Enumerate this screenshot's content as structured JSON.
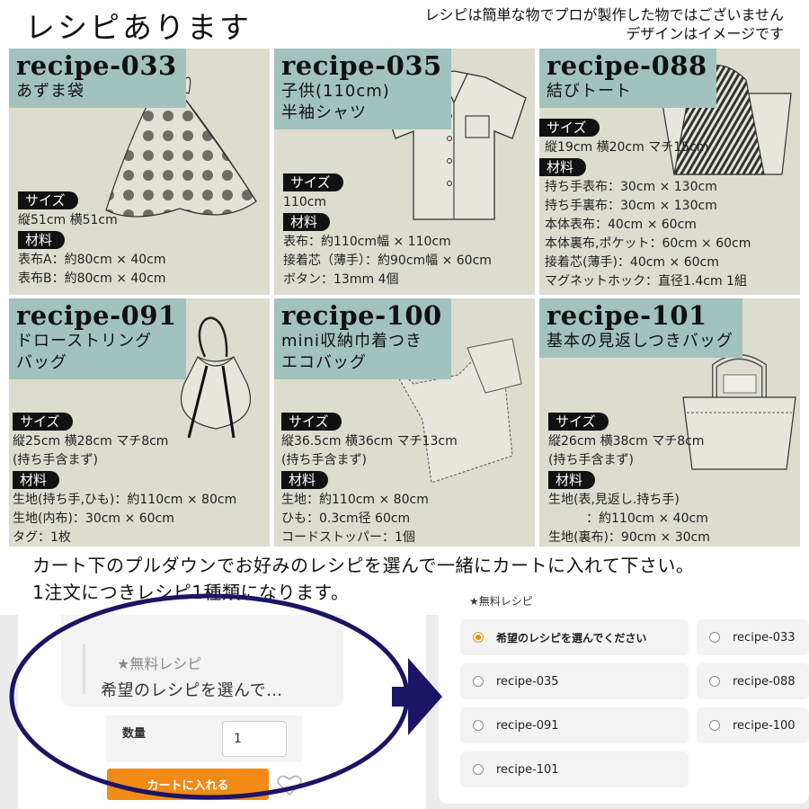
{
  "header": {
    "title": "レシピあります",
    "note_line1": "レシピは簡単な物でプロが製作した物ではございません",
    "note_line2": "デザインはイメージです"
  },
  "recipes": [
    {
      "code": "recipe-033",
      "name_lines": [
        "あずま袋"
      ],
      "size_label": "サイズ",
      "size_lines": [
        "縦51cm  横51cm"
      ],
      "material_label": "材料",
      "material_lines": [
        "表布A：約80cm × 40cm",
        "表布B：約80cm × 40cm"
      ]
    },
    {
      "code": "recipe-035",
      "name_lines": [
        "子供(110cm)",
        "半袖シャツ"
      ],
      "size_label": "サイズ",
      "size_lines": [
        "110cm"
      ],
      "material_label": "材料",
      "material_lines": [
        "表布：約110cm幅 × 110cm",
        "接着芯（薄手）：約90cm幅 × 60cm",
        "ボタン：13mm  4個"
      ]
    },
    {
      "code": "recipe-088",
      "name_lines": [
        "結びトート"
      ],
      "size_label": "サイズ",
      "size_lines": [
        "縦19cm  横20cm  マチ15cm"
      ],
      "material_label": "材料",
      "material_lines": [
        "持ち手表布：30cm × 130cm",
        "持ち手裏布：30cm × 130cm",
        "本体表布：40cm × 60cm",
        "本体裏布,ポケット：60cm × 60cm",
        "接着芯(薄手)：40cm × 60cm",
        "マグネットホック：直径1.4cm  1組"
      ]
    },
    {
      "code": "recipe-091",
      "name_lines": [
        "ドローストリング",
        "バッグ"
      ],
      "size_label": "サイズ",
      "size_lines": [
        "縦25cm  横28cm  マチ8cm",
        "(持ち手含まず)"
      ],
      "material_label": "材料",
      "material_lines": [
        "生地(持ち手,ひも)：約110cm × 80cm",
        "生地(内布)：30cm × 60cm",
        "タグ：1枚"
      ]
    },
    {
      "code": "recipe-100",
      "name_lines": [
        "mini収納巾着つき",
        "エコバッグ"
      ],
      "size_label": "サイズ",
      "size_lines": [
        "縦36.5cm  横36cm  マチ13cm",
        "(持ち手含まず)"
      ],
      "material_label": "材料",
      "material_lines": [
        "生地：約110cm × 80cm",
        "ひも：0.3cm径  60cm",
        "コードストッパー：1個"
      ]
    },
    {
      "code": "recipe-101",
      "name_lines": [
        "基本の見返しつきバッグ"
      ],
      "size_label": "サイズ",
      "size_lines": [
        "縦26cm  横38cm  マチ8cm",
        "(持ち手含まず)"
      ],
      "material_label": "材料",
      "material_lines": [
        "生地(表,見返し.持ち手)",
        "　　　：約110cm × 40cm",
        "生地(裏布)：90cm × 30cm"
      ]
    }
  ],
  "notice": {
    "line1": "カート下のプルダウンでお好みのレシピを選んで一緒にカートに入れて下さい。",
    "line2": "1注文につきレシピ1種類になります。"
  },
  "cart": {
    "select_label": "★無料レシピ",
    "select_value": "希望のレシピを選んで…",
    "qty_label": "数量",
    "qty_value": "1",
    "add_button": "カートに入れる"
  },
  "radio": {
    "heading": "★無料レシピ",
    "options": [
      {
        "label": "希望のレシピを選んでください",
        "selected": true
      },
      {
        "label": "recipe-033",
        "selected": false
      },
      {
        "label": "recipe-035",
        "selected": false
      },
      {
        "label": "recipe-088",
        "selected": false
      },
      {
        "label": "recipe-091",
        "selected": false
      },
      {
        "label": "recipe-100",
        "selected": false
      },
      {
        "label": "recipe-101",
        "selected": false
      }
    ]
  },
  "colors": {
    "card_bg": "#dcdccf",
    "tag_bg": "#a2c2bd",
    "accent_orange": "#f28a16",
    "ellipse_navy": "#1c1466"
  }
}
